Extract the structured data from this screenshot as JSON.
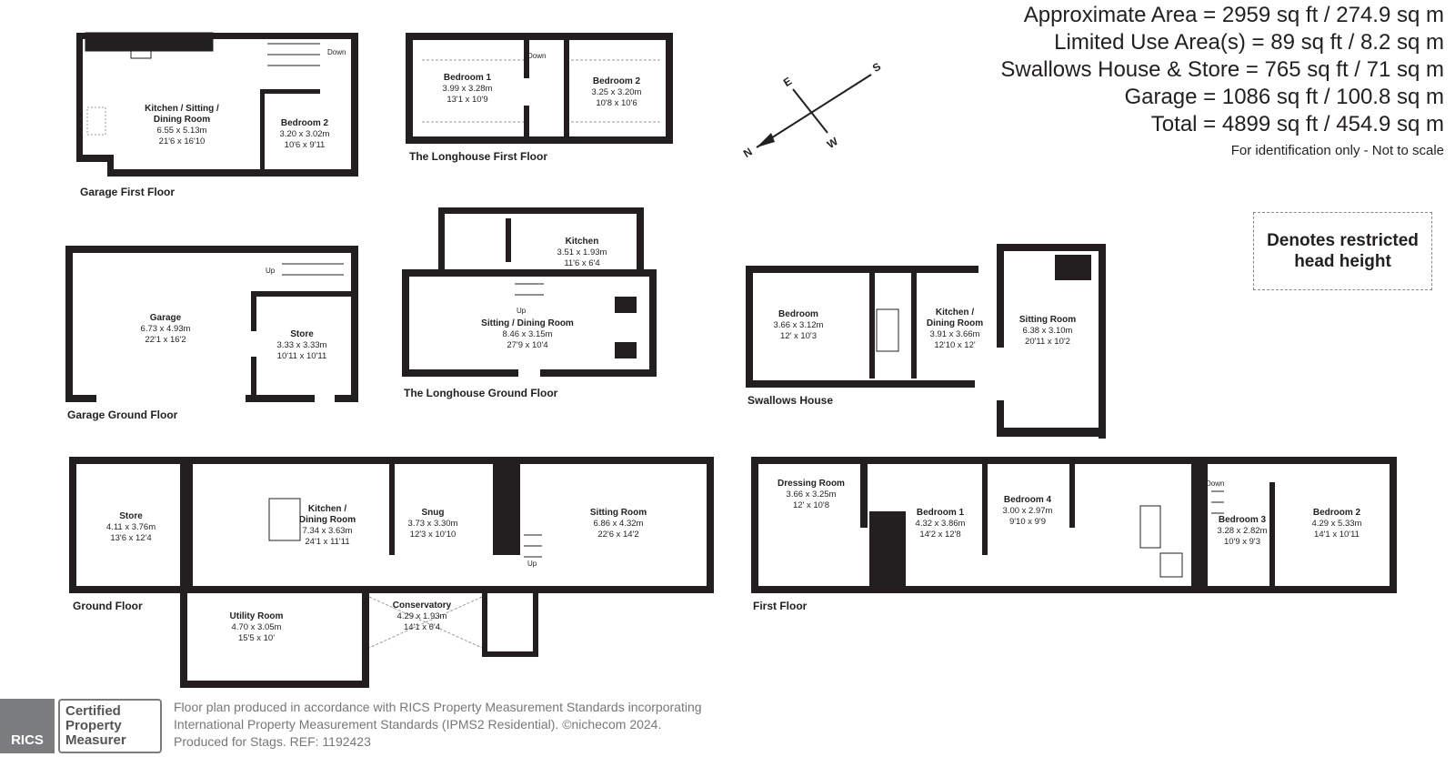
{
  "areas": [
    "Approximate Area = 2959 sq ft / 274.9 sq m",
    "Limited Use Area(s) = 89 sq ft / 8.2 sq m",
    "Swallows House & Store = 765 sq ft / 71 sq m",
    "Garage = 1086 sq ft / 100.8 sq m",
    "Total = 4899 sq ft / 454.9 sq m"
  ],
  "note": "For identification only - Not to scale",
  "restricted_label": "Denotes restricted head height",
  "compass": {
    "n": "N",
    "s": "S",
    "e": "E",
    "w": "W"
  },
  "floors": {
    "garage_first": "Garage First Floor",
    "longhouse_first": "The Longhouse First Floor",
    "garage_ground": "Garage Ground Floor",
    "longhouse_ground": "The Longhouse Ground Floor",
    "swallows": "Swallows House",
    "ground": "Ground Floor",
    "first": "First Floor"
  },
  "rooms": {
    "gf_kitchen": {
      "name1": "Kitchen / Sitting /",
      "name2": "Dining Room",
      "m": "6.55 x 5.13m",
      "ft": "21'6 x 16'10"
    },
    "gf_bed2": {
      "name": "Bedroom 2",
      "m": "3.20 x 3.02m",
      "ft": "10'6 x 9'11"
    },
    "lf_bed1": {
      "name": "Bedroom 1",
      "m": "3.99 x 3.28m",
      "ft": "13'1 x 10'9"
    },
    "lf_bed2": {
      "name": "Bedroom 2",
      "m": "3.25 x 3.20m",
      "ft": "10'8 x 10'6"
    },
    "gg_garage": {
      "name": "Garage",
      "m": "6.73 x 4.93m",
      "ft": "22'1 x 16'2"
    },
    "gg_store": {
      "name": "Store",
      "m": "3.33 x 3.33m",
      "ft": "10'11 x 10'11"
    },
    "lg_kitchen": {
      "name": "Kitchen",
      "m": "3.51 x 1.93m",
      "ft": "11'6 x 6'4"
    },
    "lg_sitting": {
      "name": "Sitting / Dining Room",
      "m": "8.46 x 3.15m",
      "ft": "27'9 x 10'4"
    },
    "sh_bedroom": {
      "name": "Bedroom",
      "m": "3.66 x 3.12m",
      "ft": "12' x 10'3"
    },
    "sh_kitchen": {
      "name1": "Kitchen /",
      "name2": "Dining Room",
      "m": "3.91 x 3.66m",
      "ft": "12'10 x 12'"
    },
    "sh_sitting": {
      "name": "Sitting Room",
      "m": "6.38 x 3.10m",
      "ft": "20'11 x 10'2"
    },
    "g_store": {
      "name": "Store",
      "m": "4.11 x 3.76m",
      "ft": "13'6 x 12'4"
    },
    "g_kitchen": {
      "name1": "Kitchen /",
      "name2": "Dining Room",
      "m": "7.34 x 3.63m",
      "ft": "24'1 x 11'11"
    },
    "g_snug": {
      "name": "Snug",
      "m": "3.73 x 3.30m",
      "ft": "12'3 x 10'10"
    },
    "g_sitting": {
      "name": "Sitting Room",
      "m": "6.86 x 4.32m",
      "ft": "22'6 x 14'2"
    },
    "g_utility": {
      "name": "Utility Room",
      "m": "4.70 x 3.05m",
      "ft": "15'5 x 10'"
    },
    "g_conservatory": {
      "name": "Conservatory",
      "m": "4.29 x 1.93m",
      "ft": "14'1 x 6'4"
    },
    "f_dressing": {
      "name": "Dressing Room",
      "m": "3.66 x 3.25m",
      "ft": "12' x 10'8"
    },
    "f_bed1": {
      "name": "Bedroom 1",
      "m": "4.32 x 3.86m",
      "ft": "14'2 x 12'8"
    },
    "f_bed4": {
      "name": "Bedroom 4",
      "m": "3.00 x 2.97m",
      "ft": "9'10 x 9'9"
    },
    "f_bed3": {
      "name": "Bedroom 3",
      "m": "3.28 x 2.82m",
      "ft": "10'9 x 9'3"
    },
    "f_bed2": {
      "name": "Bedroom 2",
      "m": "4.29 x 5.33m",
      "ft": "14'1 x 10'11"
    }
  },
  "labels": {
    "down": "Down",
    "up": "Up"
  },
  "footer": {
    "line1": "Floor plan produced in accordance with RICS Property Measurement Standards incorporating",
    "line2": "International Property Measurement Standards (IPMS2 Residential).    ©nichecom 2024.",
    "line3": "Produced for Stags.    REF: 1192423"
  },
  "badge": {
    "rics": "RICS",
    "line1": "Certified",
    "line2": "Property",
    "line3": "Measurer"
  }
}
